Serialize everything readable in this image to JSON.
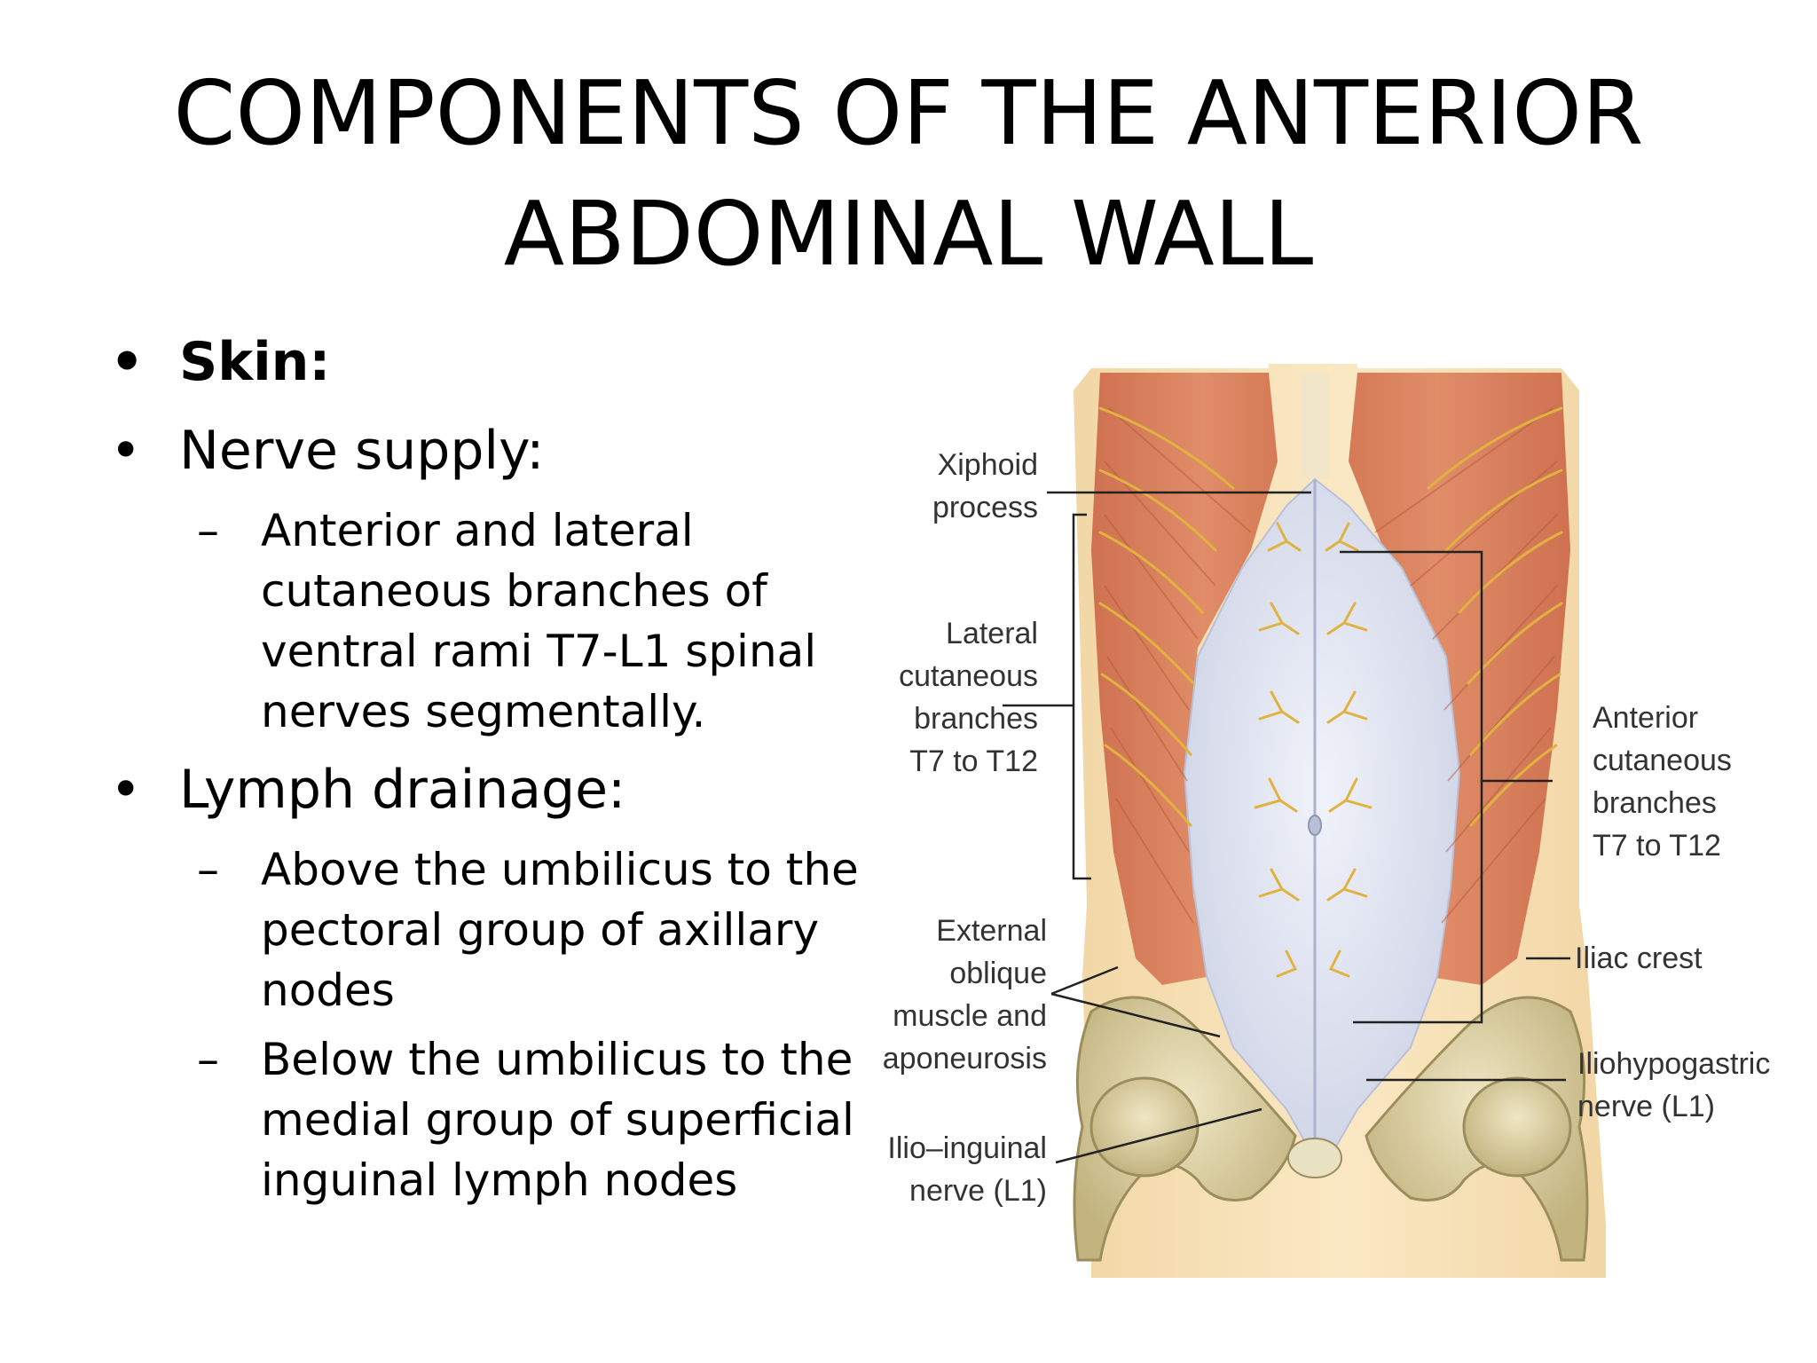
{
  "slide": {
    "title_line1": "COMPONENTS OF THE ANTERIOR",
    "title_line2": "ABDOMINAL WALL"
  },
  "bullets": {
    "skin": "Skin:",
    "nerve_supply": "Nerve supply:",
    "nerve_sub": [
      "Anterior and lateral",
      "cutaneous branches of",
      "ventral rami T7-L1 spinal",
      "nerves segmentally."
    ],
    "lymph": "Lymph drainage:",
    "lymph_sub1": [
      "Above the umbilicus to the",
      "pectoral group of axillary",
      "nodes"
    ],
    "lymph_sub2": [
      "Below the umbilicus to the",
      "medial group of superficial",
      "inguinal lymph nodes"
    ]
  },
  "figure_labels": {
    "xiphoid": "Xiphoid\nprocess",
    "lateral": "Lateral\ncutaneous\nbranches\nT7 to T12",
    "external": "External\noblique\nmuscle and\naponeurosis",
    "ilioinguinal": "Ilio–inguinal\nnerve (L1)",
    "anterior": "Anterior\ncutaneous\nbranches\nT7 to T12",
    "iliac": "Iliac crest",
    "iliohypogastric": "Iliohypogastric\nnerve (L1)"
  },
  "colors": {
    "muscle": "#d97e58",
    "muscle_dark": "#b85a3c",
    "aponeurosis": "#dfe3f0",
    "skin": "#f6dfb3",
    "bone": "#d6cba0",
    "nerve": "#e3b84a"
  }
}
